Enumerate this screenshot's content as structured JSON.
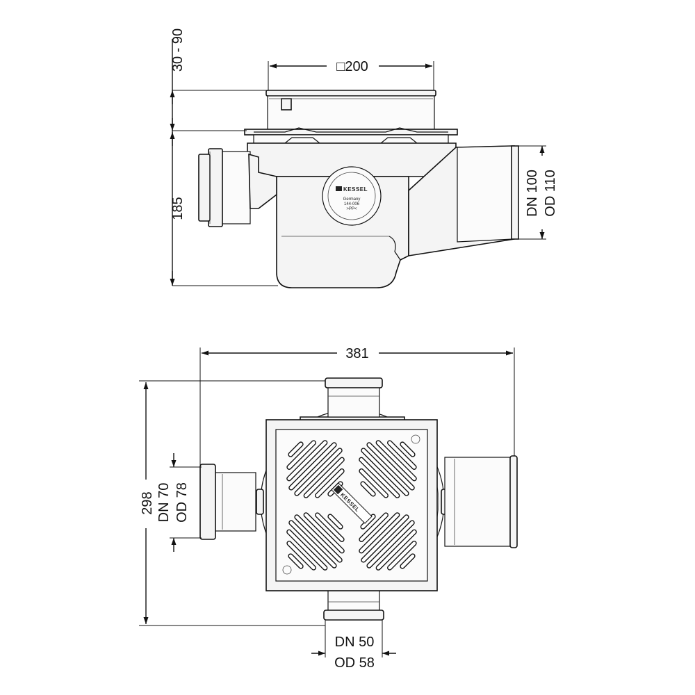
{
  "side_view": {
    "dim_width": "□200",
    "dim_height_range": "30 - 90",
    "dim_height": "185",
    "outlet_dn": "DN 100",
    "outlet_od": "OD 110",
    "label_brand": "KESSEL",
    "label_country": "Germany",
    "label_code": "144-006",
    "label_material": ">PP<"
  },
  "top_view": {
    "dim_width": "381",
    "dim_depth": "298",
    "left_inlet_dn": "DN 70",
    "left_inlet_od": "OD 78",
    "bottom_inlet_dn": "DN 50",
    "bottom_inlet_od": "OD 58",
    "grate_logo": "KESSEL"
  },
  "colors": {
    "line": "#111111",
    "fill": "#f4f4f4",
    "background": "#ffffff"
  }
}
